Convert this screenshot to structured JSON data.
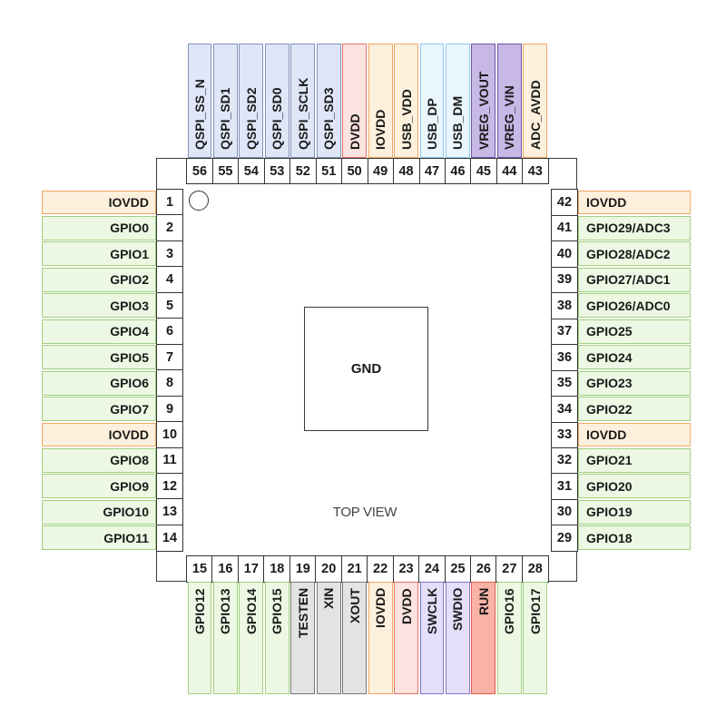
{
  "center": {
    "pad_label": "GND",
    "view_label": "TOP VIEW"
  },
  "categories": {
    "iovdd": {
      "fill": "#fdf0dc",
      "border": "#f0a865"
    },
    "dvdd": {
      "fill": "#fde3df",
      "border": "#e8706a"
    },
    "gpio": {
      "fill": "#edf8e4",
      "border": "#9fd07f"
    },
    "qspi": {
      "fill": "#dfe6f7",
      "border": "#7f93b8"
    },
    "usb": {
      "fill": "#eaf6fd",
      "border": "#8fc8ea"
    },
    "vreg": {
      "fill": "#c7b8e6",
      "border": "#6a55a8"
    },
    "clock": {
      "fill": "#e3e3e3",
      "border": "#777777"
    },
    "swd": {
      "fill": "#e5defa",
      "border": "#8575c7"
    },
    "run": {
      "fill": "#f9b3a6",
      "border": "#e55b4c"
    }
  },
  "pins": {
    "left": [
      {
        "number": "1",
        "name": "IOVDD",
        "category": "iovdd"
      },
      {
        "number": "2",
        "name": "GPIO0",
        "category": "gpio"
      },
      {
        "number": "3",
        "name": "GPIO1",
        "category": "gpio"
      },
      {
        "number": "4",
        "name": "GPIO2",
        "category": "gpio"
      },
      {
        "number": "5",
        "name": "GPIO3",
        "category": "gpio"
      },
      {
        "number": "6",
        "name": "GPIO4",
        "category": "gpio"
      },
      {
        "number": "7",
        "name": "GPIO5",
        "category": "gpio"
      },
      {
        "number": "8",
        "name": "GPIO6",
        "category": "gpio"
      },
      {
        "number": "9",
        "name": "GPIO7",
        "category": "gpio"
      },
      {
        "number": "10",
        "name": "IOVDD",
        "category": "iovdd"
      },
      {
        "number": "11",
        "name": "GPIO8",
        "category": "gpio"
      },
      {
        "number": "12",
        "name": "GPIO9",
        "category": "gpio"
      },
      {
        "number": "13",
        "name": "GPIO10",
        "category": "gpio"
      },
      {
        "number": "14",
        "name": "GPIO11",
        "category": "gpio"
      }
    ],
    "bottom": [
      {
        "number": "15",
        "name": "GPIO12",
        "category": "gpio"
      },
      {
        "number": "16",
        "name": "GPIO13",
        "category": "gpio"
      },
      {
        "number": "17",
        "name": "GPIO14",
        "category": "gpio"
      },
      {
        "number": "18",
        "name": "GPIO15",
        "category": "gpio"
      },
      {
        "number": "19",
        "name": "TESTEN",
        "category": "clock"
      },
      {
        "number": "20",
        "name": "XIN",
        "category": "clock"
      },
      {
        "number": "21",
        "name": "XOUT",
        "category": "clock"
      },
      {
        "number": "22",
        "name": "IOVDD",
        "category": "iovdd"
      },
      {
        "number": "23",
        "name": "DVDD",
        "category": "dvdd"
      },
      {
        "number": "24",
        "name": "SWCLK",
        "category": "swd"
      },
      {
        "number": "25",
        "name": "SWDIO",
        "category": "swd"
      },
      {
        "number": "26",
        "name": "RUN",
        "category": "run"
      },
      {
        "number": "27",
        "name": "GPIO16",
        "category": "gpio"
      },
      {
        "number": "28",
        "name": "GPIO17",
        "category": "gpio"
      }
    ],
    "right": [
      {
        "number": "29",
        "name": "GPIO18",
        "category": "gpio"
      },
      {
        "number": "30",
        "name": "GPIO19",
        "category": "gpio"
      },
      {
        "number": "31",
        "name": "GPIO20",
        "category": "gpio"
      },
      {
        "number": "32",
        "name": "GPIO21",
        "category": "gpio"
      },
      {
        "number": "33",
        "name": "IOVDD",
        "category": "iovdd"
      },
      {
        "number": "34",
        "name": "GPIO22",
        "category": "gpio"
      },
      {
        "number": "35",
        "name": "GPIO23",
        "category": "gpio"
      },
      {
        "number": "36",
        "name": "GPIO24",
        "category": "gpio"
      },
      {
        "number": "37",
        "name": "GPIO25",
        "category": "gpio"
      },
      {
        "number": "38",
        "name": "GPIO26/ADC0",
        "category": "gpio"
      },
      {
        "number": "39",
        "name": "GPIO27/ADC1",
        "category": "gpio"
      },
      {
        "number": "40",
        "name": "GPIO28/ADC2",
        "category": "gpio"
      },
      {
        "number": "41",
        "name": "GPIO29/ADC3",
        "category": "gpio"
      },
      {
        "number": "42",
        "name": "IOVDD",
        "category": "iovdd"
      }
    ],
    "top": [
      {
        "number": "43",
        "name": "ADC_AVDD",
        "category": "iovdd"
      },
      {
        "number": "44",
        "name": "VREG_VIN",
        "category": "vreg"
      },
      {
        "number": "45",
        "name": "VREG_VOUT",
        "category": "vreg"
      },
      {
        "number": "46",
        "name": "USB_DM",
        "category": "usb"
      },
      {
        "number": "47",
        "name": "USB_DP",
        "category": "usb"
      },
      {
        "number": "48",
        "name": "USB_VDD",
        "category": "iovdd"
      },
      {
        "number": "49",
        "name": "IOVDD",
        "category": "iovdd"
      },
      {
        "number": "50",
        "name": "DVDD",
        "category": "dvdd"
      },
      {
        "number": "51",
        "name": "QSPI_SD3",
        "category": "qspi"
      },
      {
        "number": "52",
        "name": "QSPI_SCLK",
        "category": "qspi"
      },
      {
        "number": "53",
        "name": "QSPI_SD0",
        "category": "qspi"
      },
      {
        "number": "54",
        "name": "QSPI_SD2",
        "category": "qspi"
      },
      {
        "number": "55",
        "name": "QSPI_SD1",
        "category": "qspi"
      },
      {
        "number": "56",
        "name": "QSPI_SS_N",
        "category": "qspi"
      }
    ]
  }
}
